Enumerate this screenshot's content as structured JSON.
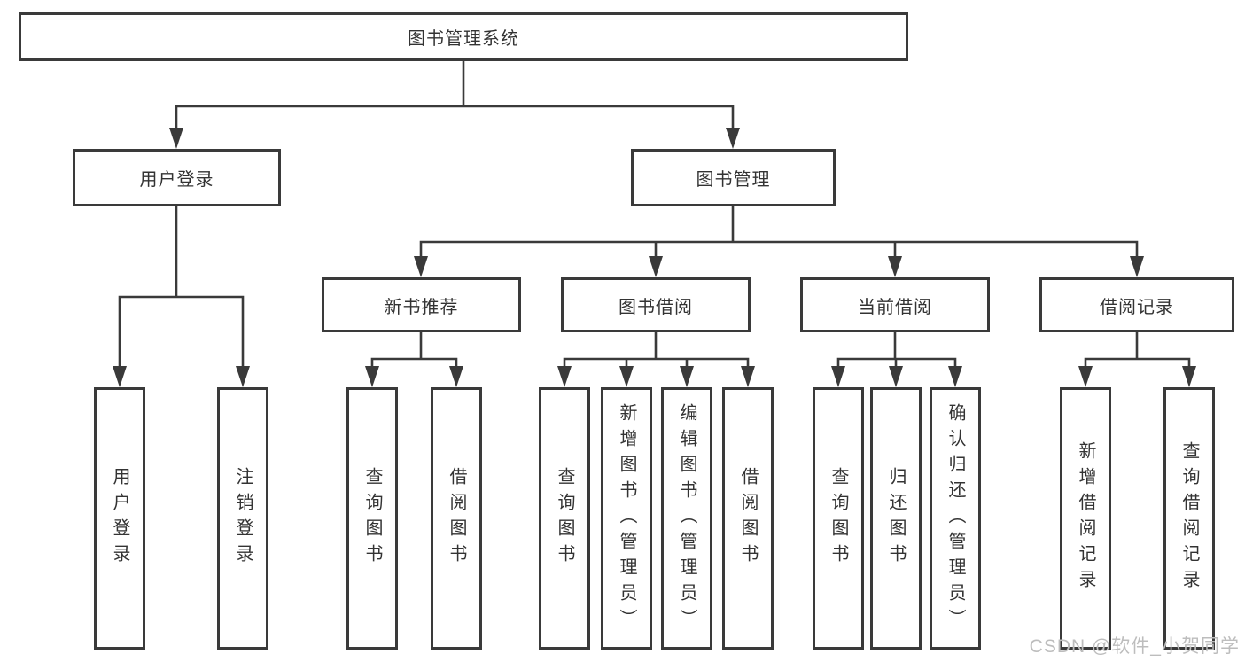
{
  "nodes": {
    "root": "图书管理系统",
    "user_login": "用户登录",
    "book_mgmt": "图书管理",
    "new_book_rec": "新书推荐",
    "book_borrow": "图书借阅",
    "current_borrow": "当前借阅",
    "borrow_record": "借阅记录",
    "leaf_user_login": "用户登录",
    "leaf_logout": "注销登录",
    "leaf_nbr_query": "查询图书",
    "leaf_nbr_borrow": "借阅图书",
    "leaf_bb_query": "查询图书",
    "leaf_bb_add": "新增图书（管理员）",
    "leaf_bb_edit": "编辑图书（管理员）",
    "leaf_bb_borrow": "借阅图书",
    "leaf_cb_query": "查询图书",
    "leaf_cb_return": "归还图书",
    "leaf_cb_confirm": "确认归还（管理员）",
    "leaf_br_add": "新增借阅记录",
    "leaf_br_query": "查询借阅记录"
  },
  "diagram_tree": {
    "label": "图书管理系统",
    "children": [
      {
        "label": "用户登录",
        "children": [
          {
            "label": "用户登录"
          },
          {
            "label": "注销登录"
          }
        ]
      },
      {
        "label": "图书管理",
        "children": [
          {
            "label": "新书推荐",
            "children": [
              {
                "label": "查询图书"
              },
              {
                "label": "借阅图书"
              }
            ]
          },
          {
            "label": "图书借阅",
            "children": [
              {
                "label": "查询图书"
              },
              {
                "label": "新增图书（管理员）"
              },
              {
                "label": "编辑图书（管理员）"
              },
              {
                "label": "借阅图书"
              }
            ]
          },
          {
            "label": "当前借阅",
            "children": [
              {
                "label": "查询图书"
              },
              {
                "label": "归还图书"
              },
              {
                "label": "确认归还（管理员）"
              }
            ]
          },
          {
            "label": "借阅记录",
            "children": [
              {
                "label": "新增借阅记录"
              },
              {
                "label": "查询借阅记录"
              }
            ]
          }
        ]
      }
    ]
  },
  "watermark": {
    "text": "CSDN @软件_小贺同学"
  },
  "colors": {
    "line": "#3a3a3a",
    "box_border": "#3a3a3a",
    "text": "#333333",
    "background": "#ffffff",
    "watermark": "#bdbdbd"
  }
}
